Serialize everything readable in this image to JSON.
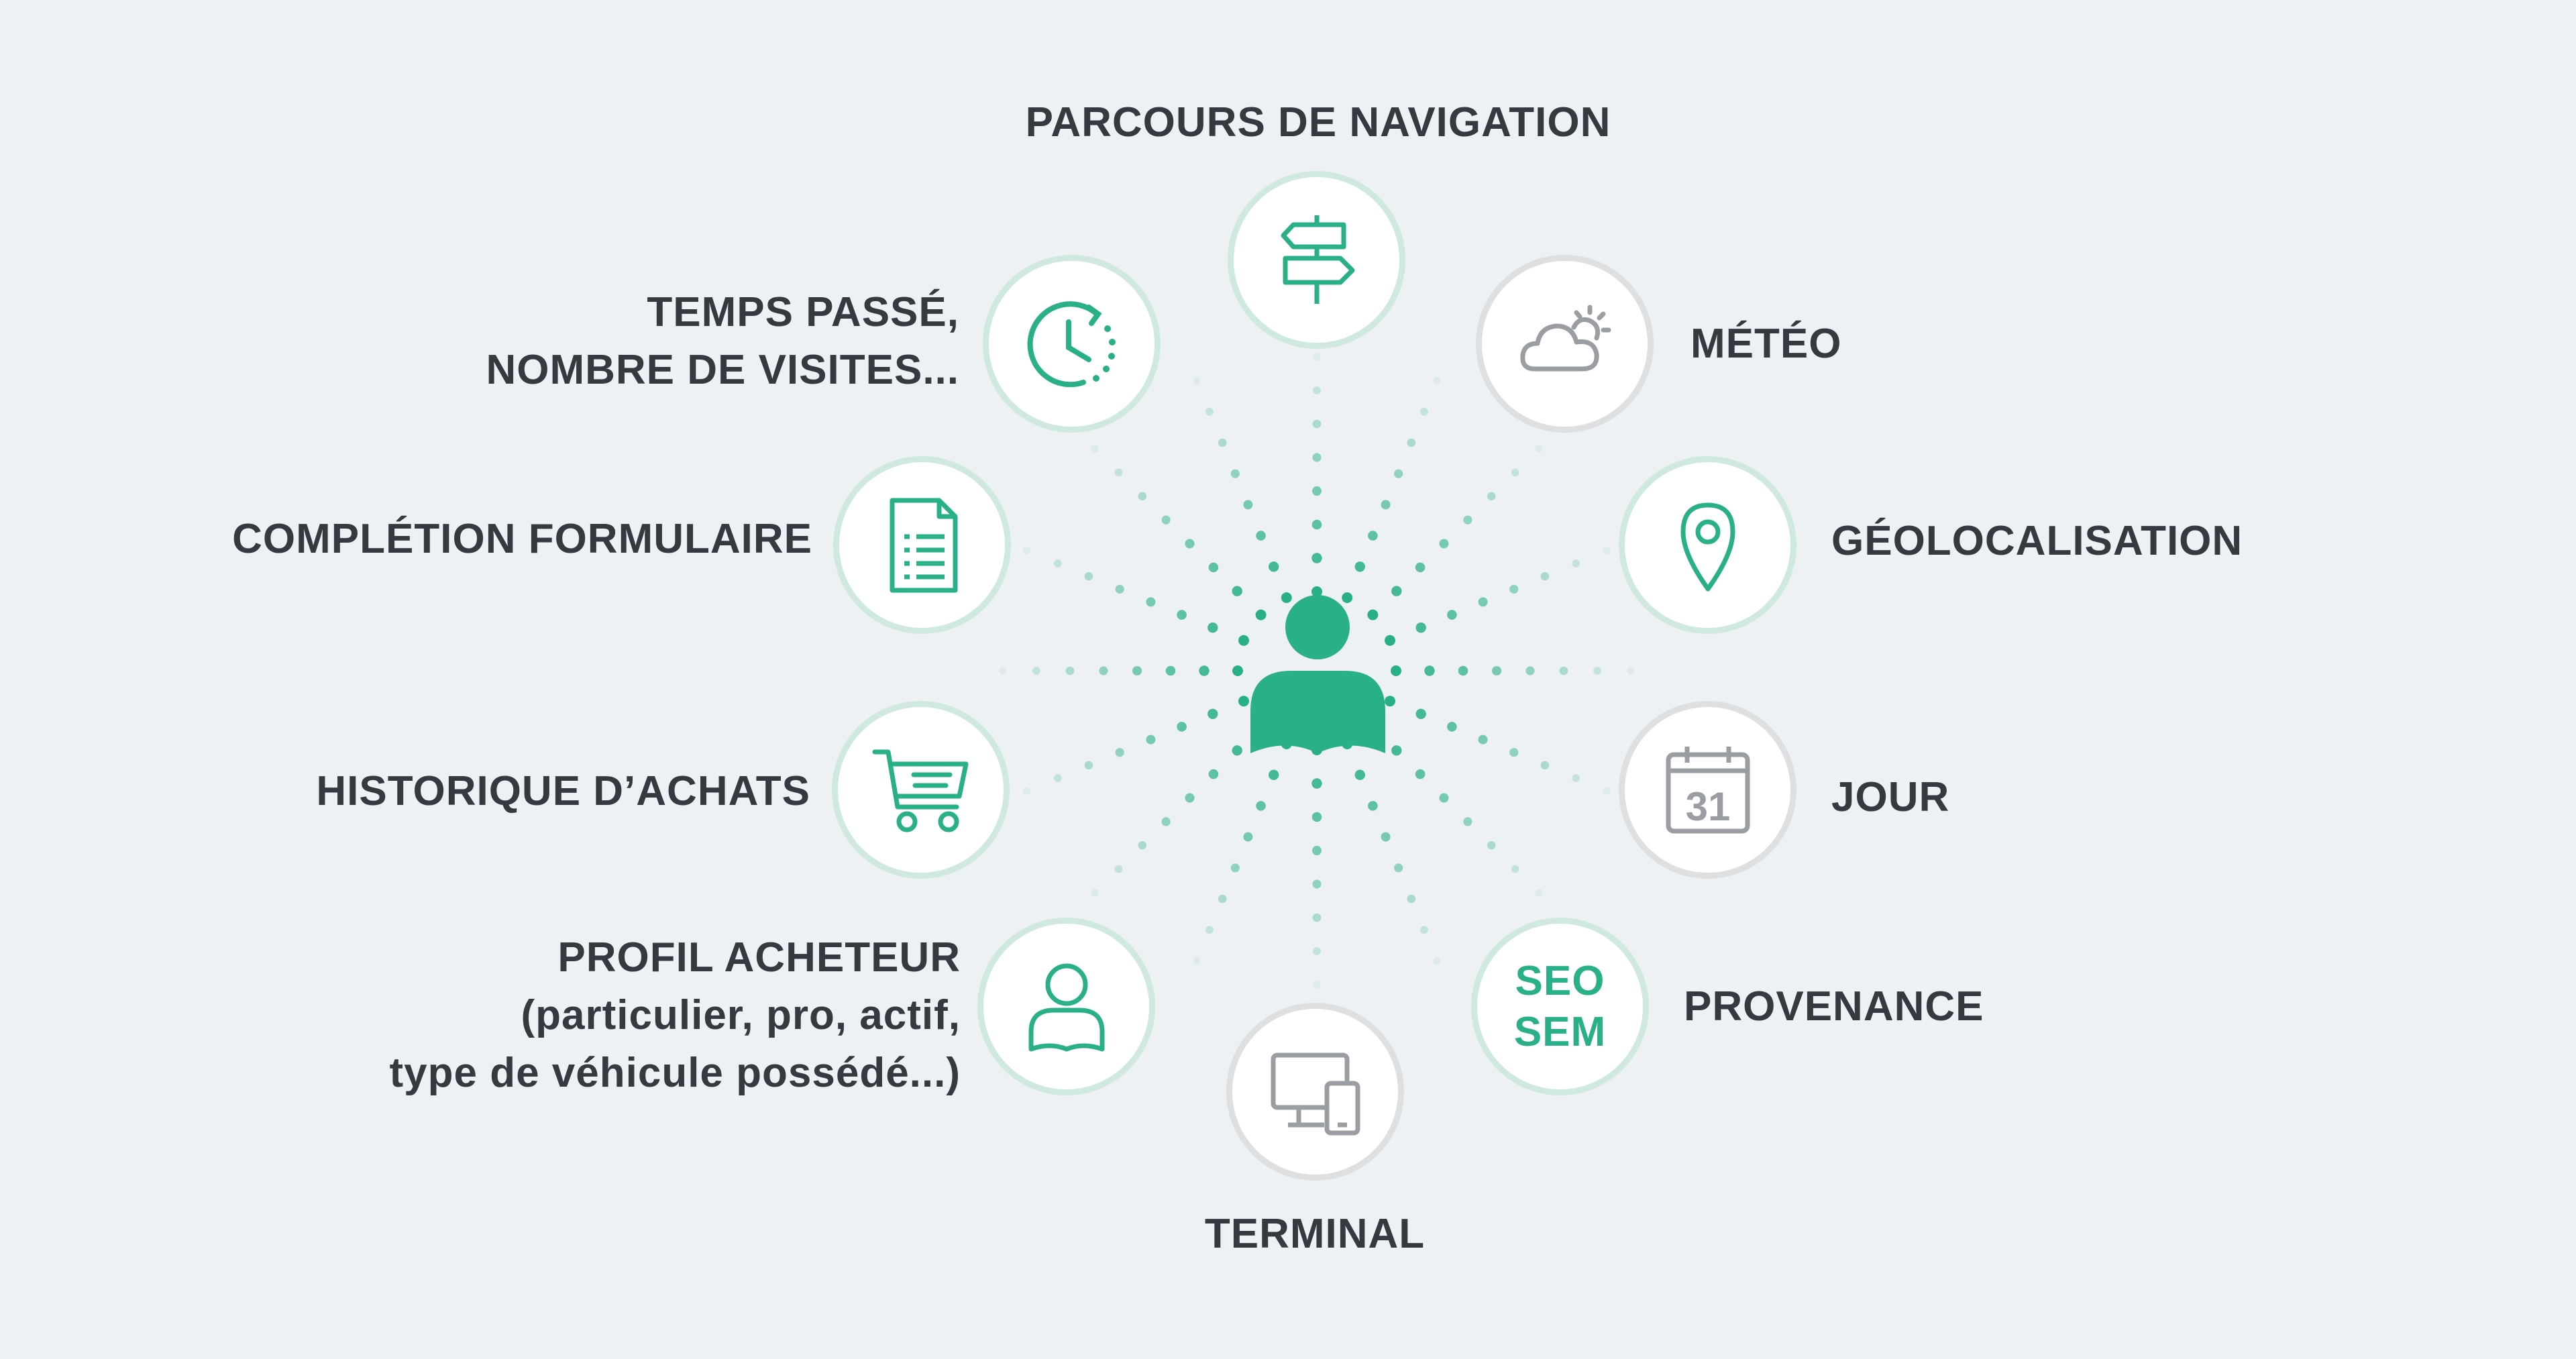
{
  "colors": {
    "accent": "#2ab088",
    "gray_icon": "#9a9ea2",
    "background": "#eef1f4",
    "text": "#333a40"
  },
  "center": {
    "icon": "user-icon"
  },
  "factors": [
    {
      "id": "parcours",
      "icon": "signpost-icon",
      "lines": [
        "PARCOURS DE NAVIGATION"
      ],
      "tone": "green"
    },
    {
      "id": "meteo",
      "icon": "cloud-sun-icon",
      "lines": [
        "MÉTÉO"
      ],
      "tone": "gray"
    },
    {
      "id": "geolocalisation",
      "icon": "map-pin-icon",
      "lines": [
        "GÉOLOCALISATION"
      ],
      "tone": "green"
    },
    {
      "id": "jour",
      "icon": "calendar-icon",
      "calendar_day": "31",
      "lines": [
        "JOUR"
      ],
      "tone": "gray"
    },
    {
      "id": "provenance",
      "icon": "seo-sem-badge",
      "badge_lines": [
        "SEO",
        "SEM"
      ],
      "lines": [
        "PROVENANCE"
      ],
      "tone": "green"
    },
    {
      "id": "terminal",
      "icon": "devices-icon",
      "lines": [
        "TERMINAL"
      ],
      "tone": "gray"
    },
    {
      "id": "profil",
      "icon": "person-outline-icon",
      "lines": [
        "PROFIL ACHETEUR",
        "(particulier, pro, actif,",
        "type de véhicule possédé...)"
      ],
      "tone": "green"
    },
    {
      "id": "historique",
      "icon": "cart-icon",
      "lines": [
        "HISTORIQUE D’ACHATS"
      ],
      "tone": "green"
    },
    {
      "id": "completion",
      "icon": "document-icon",
      "lines": [
        "COMPLÉTION FORMULAIRE"
      ],
      "tone": "green"
    },
    {
      "id": "temps",
      "icon": "clock-icon",
      "lines": [
        "TEMPS PASSÉ,",
        "NOMBRE DE VISITES..."
      ],
      "tone": "green"
    }
  ]
}
